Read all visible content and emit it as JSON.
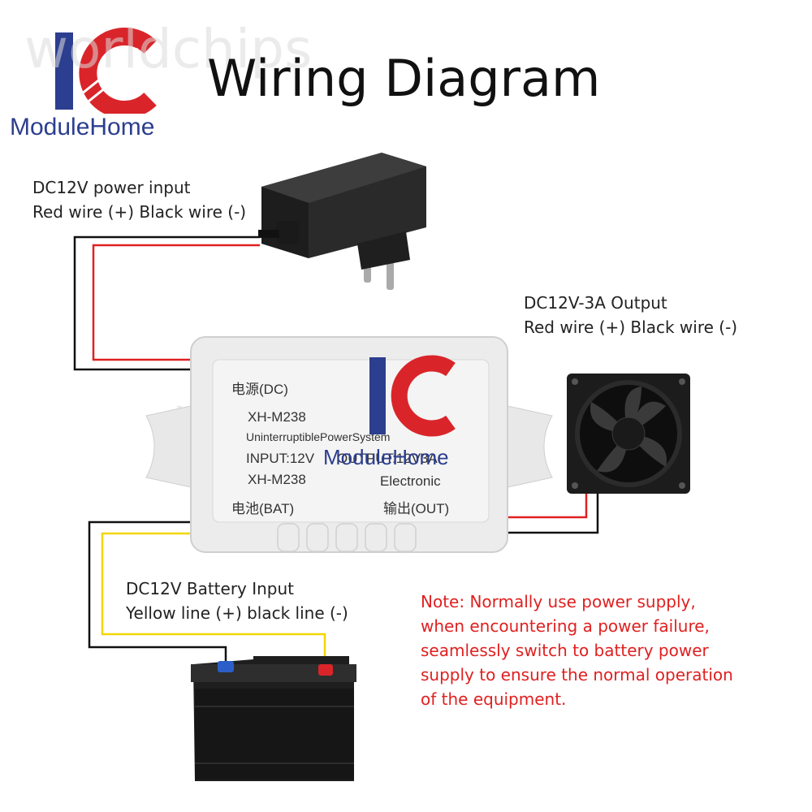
{
  "header": {
    "title": "Wiring Diagram",
    "logo_text": "ModuleHome",
    "watermark": "worldchips"
  },
  "labels": {
    "power_input_line1": "DC12V power input",
    "power_input_line2": "Red wire (+) Black wire (-)",
    "output_line1": "DC12V-3A Output",
    "output_line2": "Red wire (+) Black wire (-)",
    "battery_line1": "DC12V Battery Input",
    "battery_line2": "Yellow line (+) black line (-)"
  },
  "note": {
    "line1": "Note: Normally use power supply,",
    "line2": "when encountering a power failure,",
    "line3": "seamlessly switch to battery power",
    "line4": "supply to ensure the normal operation",
    "line5": "of the equipment."
  },
  "module": {
    "dc_label": "电源(DC)",
    "model1": "XH-M238",
    "subtitle": "UninterruptiblePowerSystem",
    "input": "INPUT:12V",
    "output": "OUTPUT:12V3A",
    "model2": "XH-M238",
    "brand": "Electronic",
    "bat_label": "电池(BAT)",
    "out_label": "输出(OUT)"
  },
  "colors": {
    "red_wire": "#e02020",
    "black_wire": "#111111",
    "yellow_wire": "#f2d600",
    "logo_blue": "#2c3e8f",
    "logo_red": "#d9252a"
  }
}
